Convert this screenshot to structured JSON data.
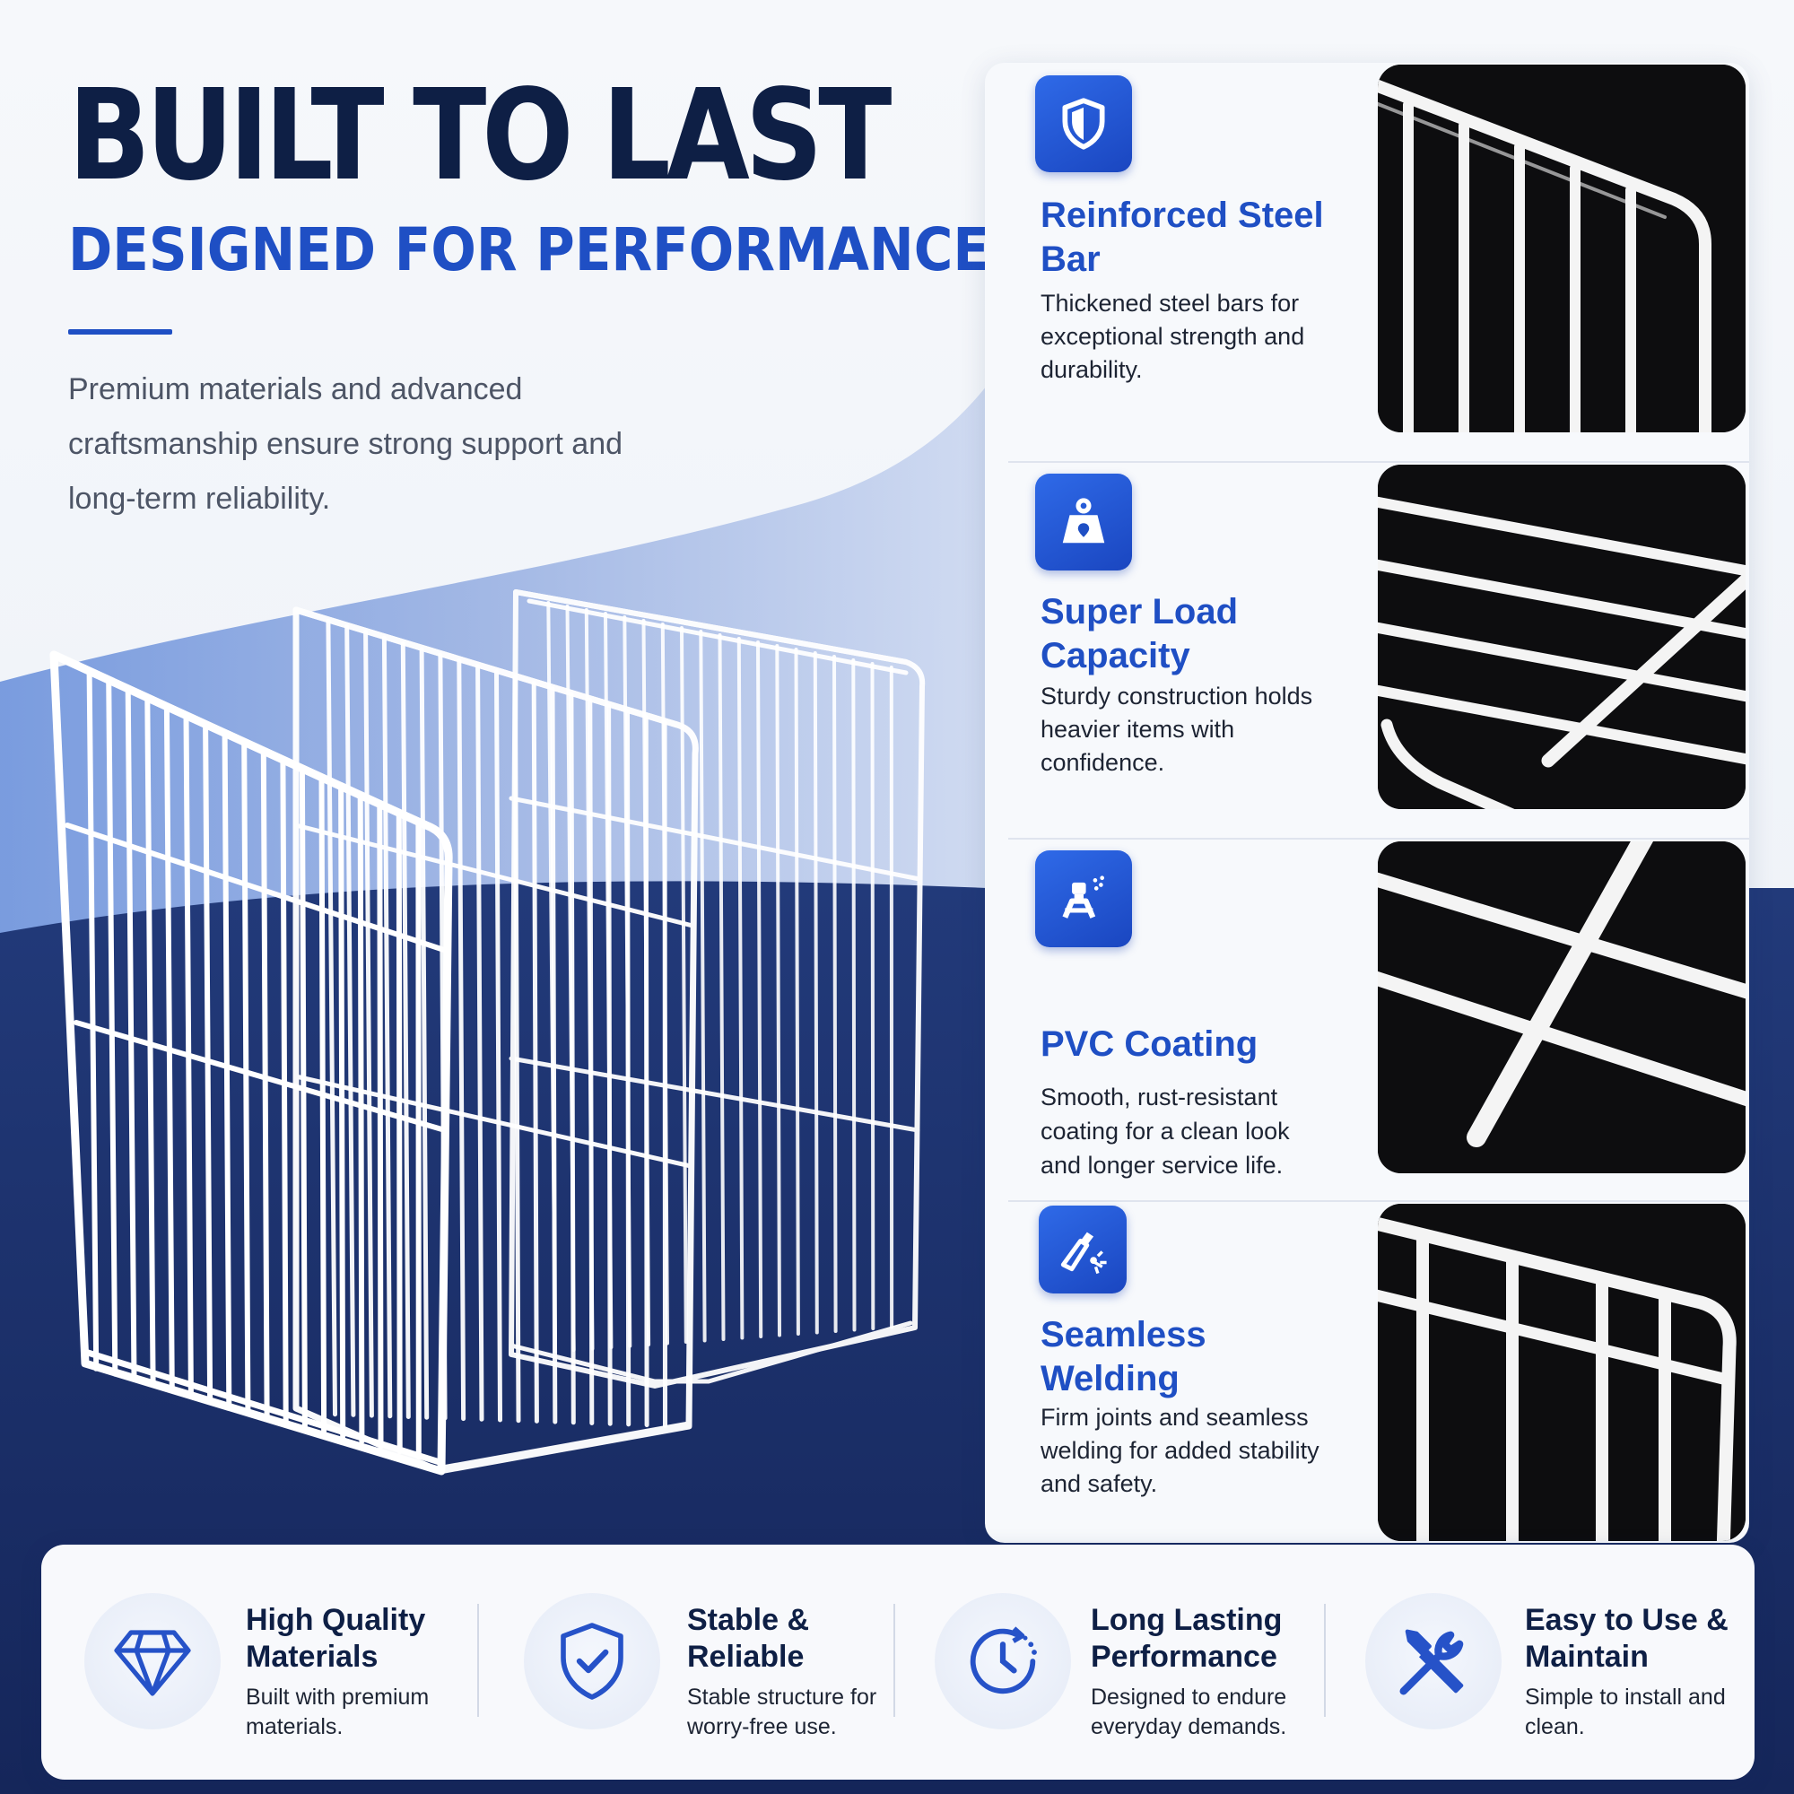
{
  "header": {
    "title": "BUILT TO LAST",
    "subtitle": "DESIGNED FOR PERFORMANCE",
    "description": "Premium materials and advanced craftsmanship ensure strong support and long-term reliability."
  },
  "features": [
    {
      "icon": "shield-icon",
      "title": "Reinforced Steel Bar",
      "description": "Thickened steel bars for exceptional strength and durability."
    },
    {
      "icon": "weight-icon",
      "title": "Super Load Capacity",
      "description": "Sturdy construction holds heavier items with confidence."
    },
    {
      "icon": "spray-coating-icon",
      "title": "PVC Coating",
      "description": "Smooth, rust-resistant coating for a clean look and longer service life."
    },
    {
      "icon": "welding-torch-icon",
      "title": "Seamless Welding",
      "description": "Firm joints and seamless welding for added stability and safety."
    }
  ],
  "benefits": [
    {
      "icon": "diamond-icon",
      "title": "High Quality Materials",
      "description": "Built with premium materials."
    },
    {
      "icon": "shield-check-icon",
      "title": "Stable & Reliable",
      "description": "Stable structure for worry-free use."
    },
    {
      "icon": "clock-icon",
      "title": "Long Lasting Performance",
      "description": "Designed to endure everyday demands."
    },
    {
      "icon": "wrench-screwdriver-icon",
      "title": "Easy to Use & Maintain",
      "description": "Simple to install and clean."
    }
  ],
  "colors": {
    "navy": "#0e1f45",
    "accent_blue": "#1f4fc4",
    "floor_navy": "#1b2d63",
    "background": "#f2f5fa"
  }
}
